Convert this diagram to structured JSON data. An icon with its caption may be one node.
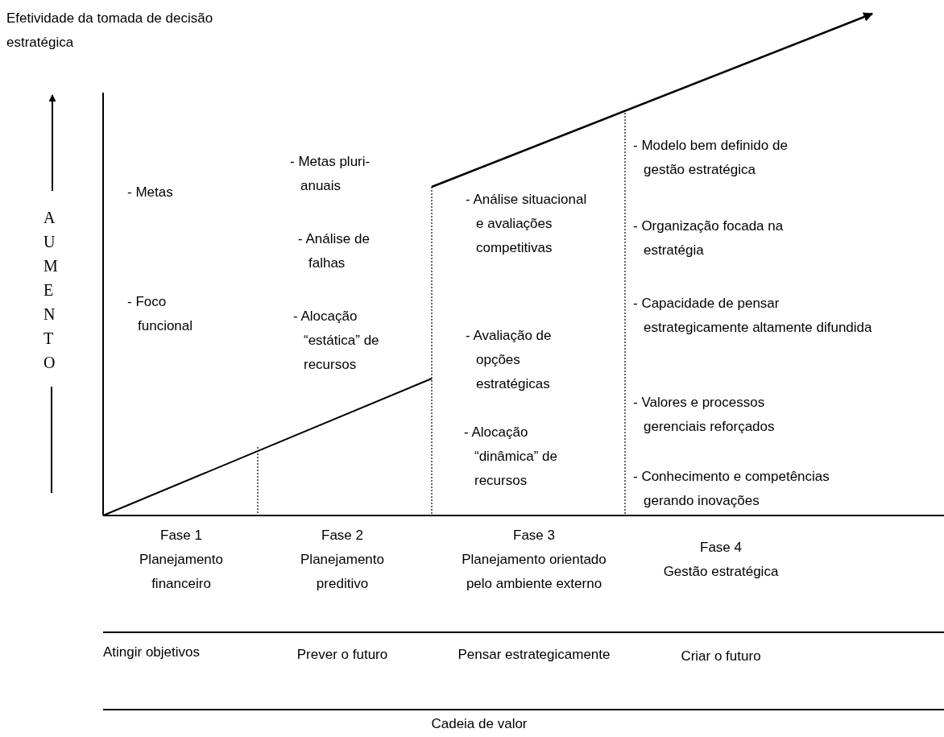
{
  "diagram": {
    "labels": [
      "Efetividade da tomada de decisão estratégica",
      "AUMENTO",
      "- Metas",
      "- Foco funcional",
      "- Metas pluri-anuais",
      "- Análise de falhas",
      "- Alocação “estática” de recursos",
      "- Análise situacional e avaliações competitivas",
      "- Avaliação de opções estratégicas",
      "- Alocação “dinâmica” de recursos",
      "- Modelo bem definido de gestão estratégica",
      "- Organização focada na estratégia",
      "- Capacidade de pensar estrategicamente altamente difundida",
      "- Valores e processos gerenciais reforçados",
      "- Conhecimento e competências gerando inovações",
      "Fase 1",
      "Planejamento financeiro",
      "Fase 2",
      "Planejamento preditivo",
      "Fase 3",
      "Planejamento orientado pelo ambiente externo",
      "Fase 4",
      "Gestão estratégica",
      "Atingir objetivos",
      "Prever o futuro",
      "Pensar estrategicamente",
      "Criar o futuro",
      "Cadeia de valor"
    ]
  }
}
